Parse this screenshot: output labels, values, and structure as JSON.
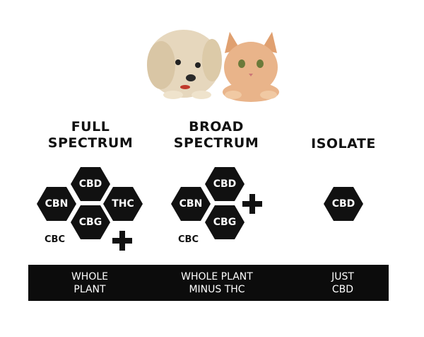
{
  "columns": [
    {
      "title_lines": [
        "FULL",
        "SPECTRUM"
      ],
      "hexes": [
        "CBD",
        "CBN",
        "THC",
        "CBG"
      ],
      "extra": "CBC",
      "footer_lines": [
        "WHOLE",
        "PLANT"
      ]
    },
    {
      "title_lines": [
        "BROAD",
        "SPECTRUM"
      ],
      "hexes": [
        "CBD",
        "CBN",
        "CBG"
      ],
      "extra": "CBC",
      "footer_lines": [
        "WHOLE PLANT",
        "MINUS THC"
      ]
    },
    {
      "title_lines": [
        "ISOLATE"
      ],
      "hexes": [
        "CBD"
      ],
      "footer_lines": [
        "JUST",
        "CBD"
      ]
    }
  ],
  "colors": {
    "hex": "#111111",
    "bar": "#0c0c0c",
    "text_on_bar": "#ffffff"
  }
}
